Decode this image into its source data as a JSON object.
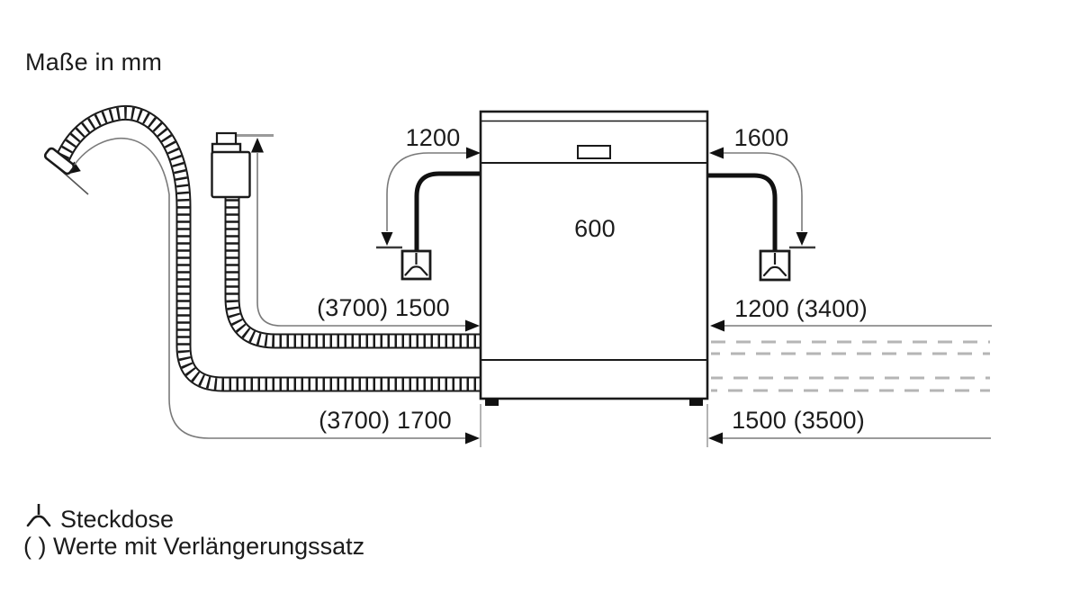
{
  "title": "Maße in mm",
  "dimensions": {
    "cord_left": "1200",
    "cord_right": "1600",
    "appliance_width": "600",
    "supply_hose": "(3700) 1500",
    "mid_right": "1200 (3400)",
    "drain_hose": "(3700) 1700",
    "bottom_right": "1500 (3500)"
  },
  "legend": {
    "socket_icon": "socket-icon",
    "socket_label": "Steckdose",
    "extension_note": "( ) Werte mit Verlängerungssatz"
  },
  "colors": {
    "line": "#1a1a1a",
    "dimension_line": "#7a7a7a",
    "dashed_line": "#b5b5b5"
  }
}
